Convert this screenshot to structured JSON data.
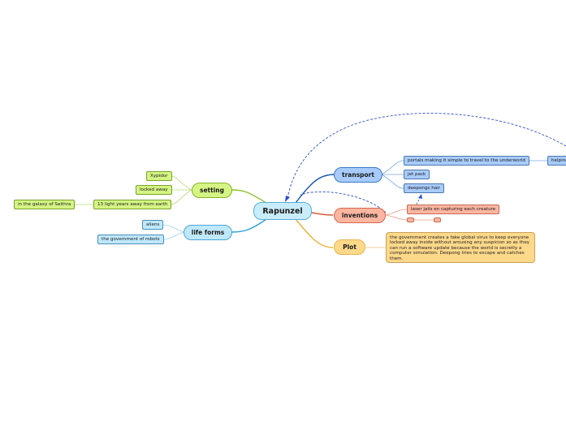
{
  "central": {
    "label": "Rapunzel"
  },
  "setting": {
    "label": "setting",
    "items": [
      "Xypidor",
      "locked away",
      "13 light years away from earth"
    ],
    "sub": "in the galaxy of Saithra"
  },
  "life_forms": {
    "label": "life forms",
    "items": [
      "aliens",
      "the government of robots"
    ]
  },
  "transport": {
    "label": "transport",
    "items": [
      "portals making it simple to travel to the underworld",
      "jet pack",
      "deepongs hair"
    ],
    "sub": "helping"
  },
  "inventions": {
    "label": "inventions",
    "items": [
      "laser jails en capturing each creature",
      "",
      ""
    ]
  },
  "plot": {
    "label": "Plot",
    "text": "the government creates a fake global virus to keep everyone locked away inside without arousing any suspicion so as they can run a software update  because the world is secretly a computer simulation. Deepong tries to escape and catches them."
  },
  "colors": {
    "setting": "#8fc02c",
    "life_forms": "#2aa2d8",
    "transport": "#1a56b0",
    "inventions": "#d8502a",
    "plot": "#f0b030",
    "relationship": "#2a4fd0"
  }
}
